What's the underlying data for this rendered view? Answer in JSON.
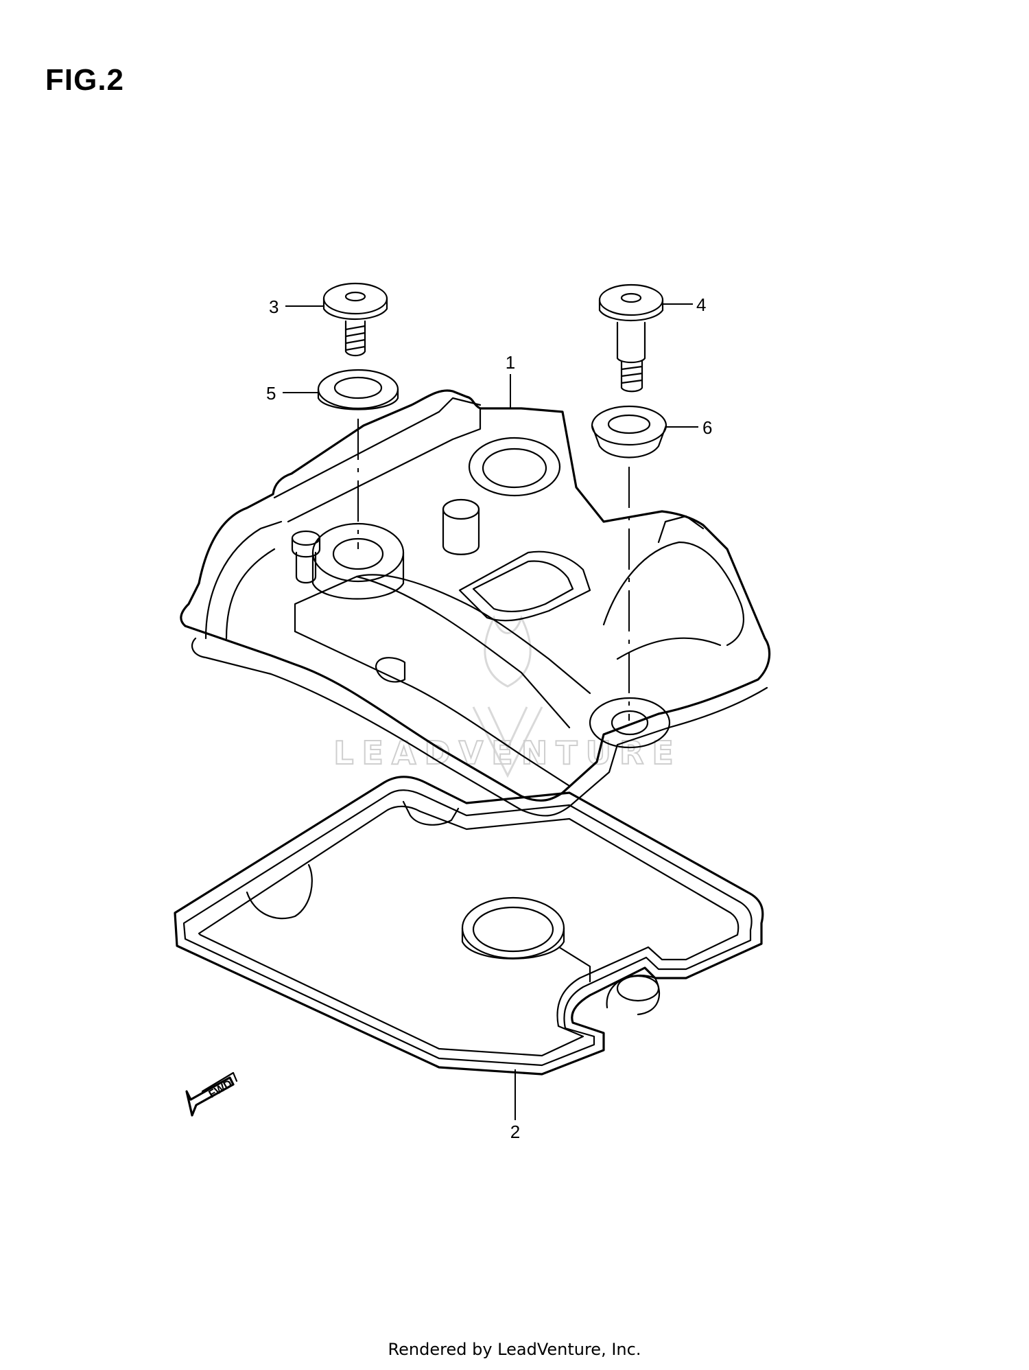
{
  "figure": {
    "title": "FIG.2"
  },
  "callouts": [
    {
      "id": "1",
      "label": "1"
    },
    {
      "id": "2",
      "label": "2"
    },
    {
      "id": "3",
      "label": "3"
    },
    {
      "id": "4",
      "label": "4"
    },
    {
      "id": "5",
      "label": "5"
    },
    {
      "id": "6",
      "label": "6"
    }
  ],
  "direction_arrow": {
    "label": "FWD"
  },
  "watermark": {
    "text": "LEADVENTURE",
    "logo": "leadventure-logo-icon"
  },
  "footer": {
    "text": "Rendered by LeadVenture, Inc."
  }
}
